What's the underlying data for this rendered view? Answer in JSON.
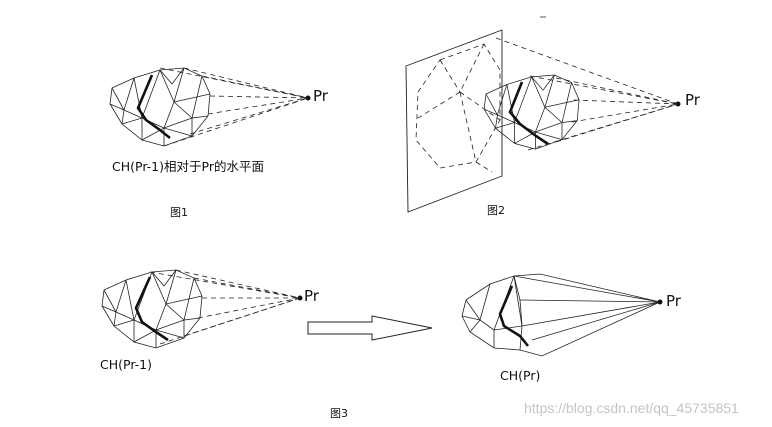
{
  "figures": [
    {
      "point_label": "Pr",
      "caption_title": "CH(Pr-1)相对于Pr的水平面",
      "figure_label": "图1"
    },
    {
      "point_label": "Pr",
      "figure_label": "图2"
    },
    {
      "point_label": "Pr",
      "caption_title": "CH(Pr-1)"
    },
    {
      "point_label": "Pr",
      "caption_title": "CH(Pr)"
    }
  ],
  "group_label": "图3",
  "watermark": "https://blog.csdn.net/qq_45735851",
  "colors": {
    "line": "#222222",
    "background": "#ffffff",
    "watermark": "#c4c4c4"
  }
}
